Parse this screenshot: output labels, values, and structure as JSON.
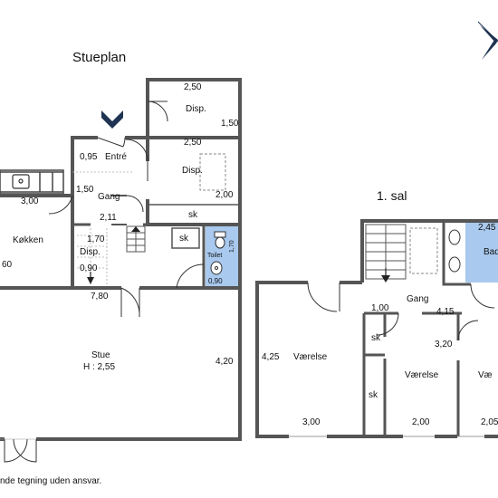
{
  "ground_floor": {
    "title": "Stueplan",
    "rooms": {
      "entre": "Entré",
      "gang": "Gang",
      "kokken": "Køkken",
      "disp_top": "Disp.",
      "disp_mid": "Disp.",
      "disp_small": "Disp.",
      "sk_mid": "sk",
      "sk_small": "sk",
      "toilet": "Toilet",
      "stue": "Stue",
      "stue_height": "H : 2,55"
    },
    "dims": {
      "d250_a": "2,50",
      "d150_a": "1,50",
      "d250_b": "2,50",
      "d200": "2,00",
      "d095": "0,95",
      "d150_b": "1,50",
      "d300": "3,00",
      "d211": "2,11",
      "d170_a": "1,70",
      "d170_b": "1,70",
      "d090_a": "0,90",
      "d090_b": "0,90",
      "d780": "7,80",
      "d420": "4,20",
      "d60": "60"
    }
  },
  "first_floor": {
    "title": "1. sal",
    "rooms": {
      "gang": "Gang",
      "vaerelse_1": "Værelse",
      "vaerelse_2": "Værelse",
      "vaerelse_3": "Væ",
      "bad": "Bad",
      "sk_1": "sk",
      "sk_2": "sk"
    },
    "dims": {
      "d245": "2,45",
      "d100": "1,00",
      "d415": "4,15",
      "d320": "3,20",
      "d425": "4,25",
      "d300": "3,00",
      "d200": "2,00",
      "d205": "2,05"
    }
  },
  "disclaimer": "nde tegning uden ansvar.",
  "colors": {
    "wall": "#555555",
    "wet_room": "#a9c9ee",
    "entrance_marker": "#1f3352",
    "compass": "#1f3352"
  },
  "icons": [
    "compass-icon",
    "entrance-arrow-icon",
    "toilet-icon",
    "sink-icon",
    "stair-arrow-icon"
  ]
}
